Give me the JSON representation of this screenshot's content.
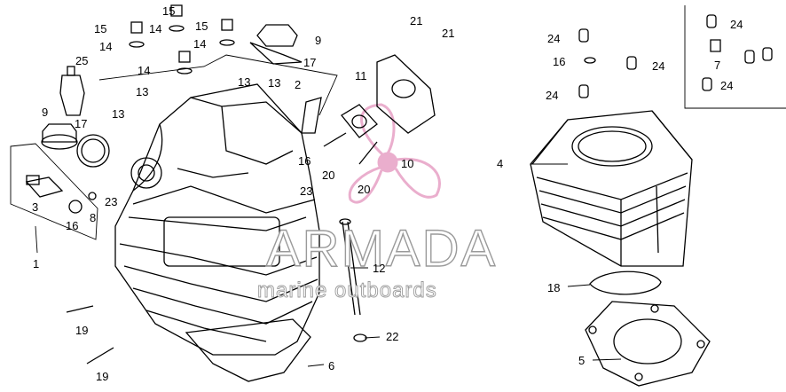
{
  "watermark": {
    "brand": "ARMADA",
    "tagline": "marine outboards",
    "logo_color": "#e8a6c8"
  },
  "callouts": [
    "15",
    "14",
    "15",
    "14",
    "15",
    "14",
    "9",
    "17",
    "25",
    "14",
    "13",
    "13",
    "2",
    "13",
    "13",
    "11",
    "21",
    "21",
    "24",
    "16",
    "24",
    "24",
    "7",
    "24",
    "24",
    "9",
    "17",
    "3",
    "16",
    "8",
    "1",
    "23",
    "20",
    "20",
    "10",
    "16",
    "23",
    "4",
    "12",
    "18",
    "19",
    "19",
    "22",
    "6",
    "5"
  ]
}
